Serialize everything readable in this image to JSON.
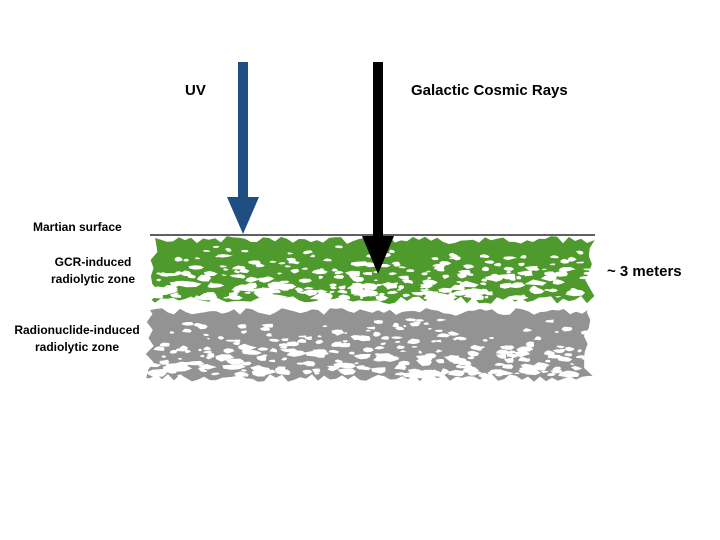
{
  "labels": {
    "uv": "UV",
    "gcr": "Galactic Cosmic Rays",
    "surface": "Martian surface",
    "gcr_zone_line1": "GCR-induced",
    "gcr_zone_line2": "radiolytic zone",
    "radionuclide_zone_line1": "Radionuclide-induced",
    "radionuclide_zone_line2": "radiolytic zone",
    "depth": "~ 3 meters"
  },
  "colors": {
    "uv_arrow": "#1f4e84",
    "gcr_arrow": "#000000",
    "gcr_zone": "#4f9a2c",
    "radionuclide_zone": "#939393",
    "surface_line": "#000000"
  }
}
